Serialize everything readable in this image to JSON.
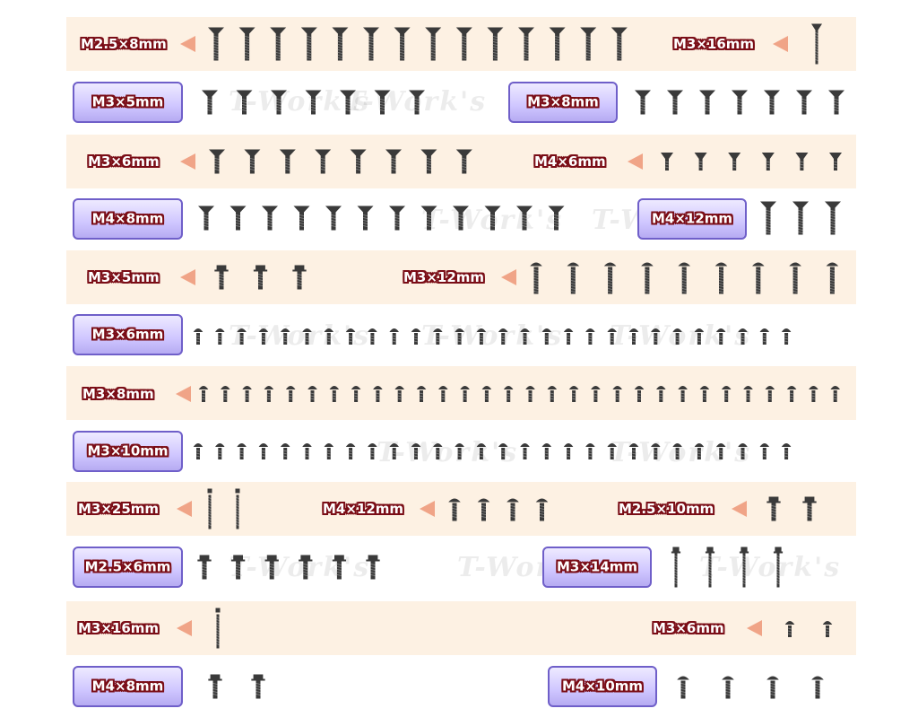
{
  "rows": [
    {
      "style": "peach",
      "groups": [
        {
          "label": "M2.5×8mm",
          "label_kind": "arrow",
          "head": "flat",
          "count": 14,
          "size": "M"
        },
        {
          "label": "M3×16mm",
          "label_kind": "arrow",
          "head": "flat",
          "count": 1,
          "size": "L"
        }
      ]
    },
    {
      "style": "white",
      "groups": [
        {
          "label": "M3×5mm",
          "label_kind": "box",
          "head": "flat",
          "count": 7,
          "size": "S"
        },
        {
          "label": "M3×8mm",
          "label_kind": "box",
          "head": "flat",
          "count": 7,
          "size": "S"
        }
      ]
    },
    {
      "style": "peach",
      "groups": [
        {
          "label": "M3×6mm",
          "label_kind": "arrow",
          "head": "flat",
          "count": 8,
          "size": "S"
        },
        {
          "label": "M4×6mm",
          "label_kind": "arrow",
          "head": "flat",
          "count": 6,
          "size": "XS"
        }
      ]
    },
    {
      "style": "white",
      "groups": [
        {
          "label": "M4×8mm",
          "label_kind": "box",
          "head": "flat",
          "count": 12,
          "size": "S"
        },
        {
          "label": "M4×12mm",
          "label_kind": "box",
          "head": "flat",
          "count": 3,
          "size": "M"
        }
      ]
    },
    {
      "style": "peach",
      "groups": [
        {
          "label": "M3×5mm",
          "label_kind": "arrow",
          "head": "flange",
          "count": 3,
          "size": "S"
        },
        {
          "label": "M3×12mm",
          "label_kind": "arrow",
          "head": "button",
          "count": 9,
          "size": "M"
        }
      ]
    },
    {
      "style": "white",
      "groups": [
        {
          "label": "M3×6mm",
          "label_kind": "box",
          "head": "button",
          "count": 28,
          "size": "XS"
        }
      ]
    },
    {
      "style": "peach",
      "groups": [
        {
          "label": "M3×8mm",
          "label_kind": "arrow",
          "head": "button",
          "count": 30,
          "size": "XS"
        }
      ]
    },
    {
      "style": "white",
      "groups": [
        {
          "label": "M3×10mm",
          "label_kind": "box",
          "head": "button",
          "count": 28,
          "size": "XS"
        }
      ]
    },
    {
      "style": "peach",
      "groups": [
        {
          "label": "M3×25mm",
          "label_kind": "arrow",
          "head": "thin",
          "count": 2,
          "size": "L"
        },
        {
          "label": "M4×12mm",
          "label_kind": "arrow",
          "head": "button",
          "count": 4,
          "size": "S"
        },
        {
          "label": "M2.5×10mm",
          "label_kind": "arrow",
          "head": "flange",
          "count": 2,
          "size": "S"
        }
      ]
    },
    {
      "style": "white",
      "groups": [
        {
          "label": "M2.5×6mm",
          "label_kind": "box",
          "head": "flange",
          "count": 6,
          "size": "S"
        },
        {
          "label": "M3×14mm",
          "label_kind": "box",
          "head": "flange",
          "count": 4,
          "size": "L"
        }
      ]
    },
    {
      "style": "peach",
      "groups": [
        {
          "label": "M3×16mm",
          "label_kind": "arrow",
          "head": "thin",
          "count": 1,
          "size": "L"
        },
        {
          "label": "M3×6mm",
          "label_kind": "arrow",
          "head": "button",
          "count": 2,
          "size": "XS"
        }
      ]
    },
    {
      "style": "white",
      "groups": [
        {
          "label": "M4×8mm",
          "label_kind": "box",
          "head": "flange",
          "count": 2,
          "size": "S"
        },
        {
          "label": "M4×10mm",
          "label_kind": "box",
          "head": "button",
          "count": 4,
          "size": "S"
        }
      ]
    }
  ],
  "watermark": "T-Work's",
  "colors": {
    "peach": "#fdf1e3",
    "box_border": "#6f5fc9",
    "arrow": "#f0a487",
    "label_outline": "#7a0d16",
    "metal": "#3a3a3a"
  }
}
